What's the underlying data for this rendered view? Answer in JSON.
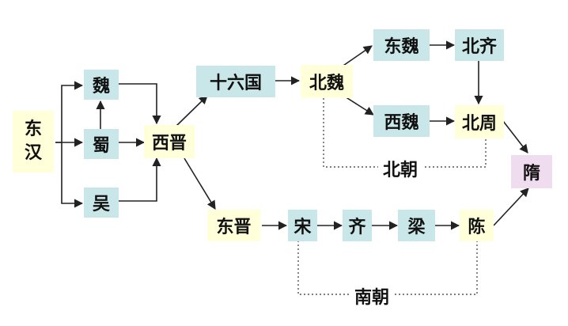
{
  "colors": {
    "teal": "#c9e6e8",
    "cream": "#ffffd9",
    "lavender": "#f0dcef",
    "line": "#222222",
    "dotted": "#555555"
  },
  "nodes": {
    "donghan_1": "东",
    "donghan_2": "汉",
    "wei": "魏",
    "shu": "蜀",
    "wu": "吴",
    "xijin": "西晋",
    "shiliuguo": "十六国",
    "beiwei": "北魏",
    "dongwei": "东魏",
    "beiqi": "北齐",
    "xiwei": "西魏",
    "beizhou": "北周",
    "sui": "隋",
    "dongjin": "东晋",
    "song": "宋",
    "qi": "齐",
    "liang": "梁",
    "chen": "陈"
  },
  "groups": {
    "northern": "北朝",
    "southern": "南朝"
  }
}
